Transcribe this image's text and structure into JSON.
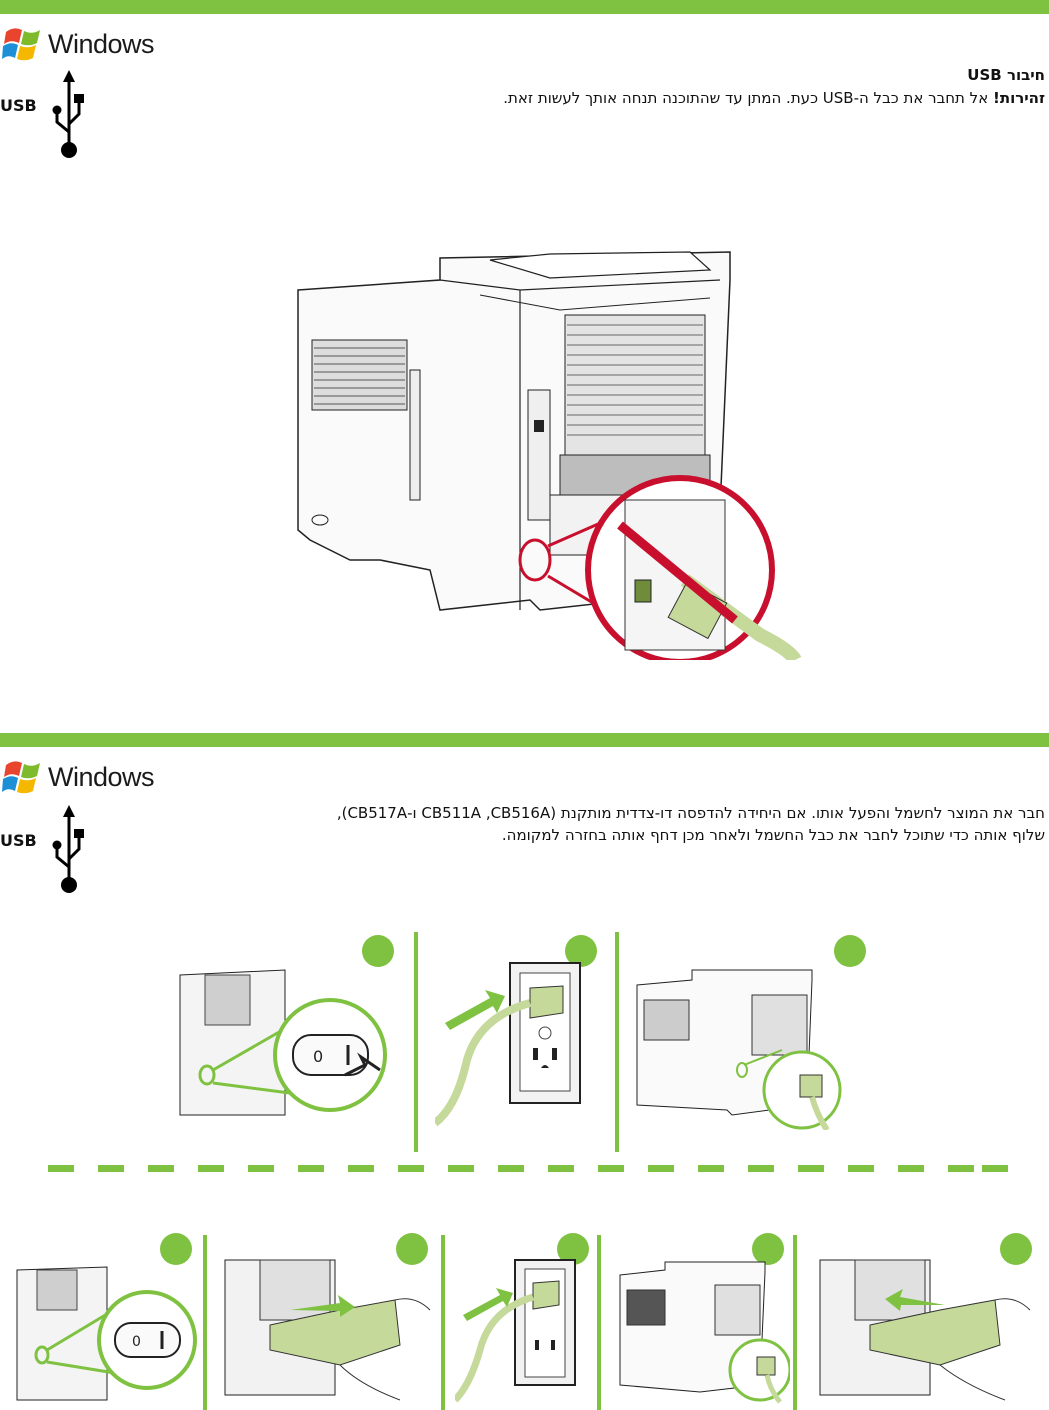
{
  "brand": {
    "logo_text": "Windows",
    "accent": "#7fc241"
  },
  "section1": {
    "usb_label": "USB",
    "heading": "חיבור USB",
    "warning_label": "זהירות!",
    "warning_text": " אל תחבר את כבל ה-USB כעת. המתן עד שהתוכנה תנחה אותך לעשות זאת."
  },
  "section2": {
    "usb_label": "USB",
    "line1": "חבר את המוצר לחשמל והפעל אותו. אם היחידה להדפסה דו-צדדית מותקנת (CB511A ,CB516A ו-CB517A),",
    "line2": "שלוף אותה כדי שתוכל לחבר את כבל החשמל ולאחר מכן דחף אותה בחזרה למקומה."
  },
  "icons": {
    "windows": "windows-flag-icon",
    "usb": "usb-trident-icon",
    "no_entry": "prohibited-icon",
    "step": "green-step-dot"
  }
}
